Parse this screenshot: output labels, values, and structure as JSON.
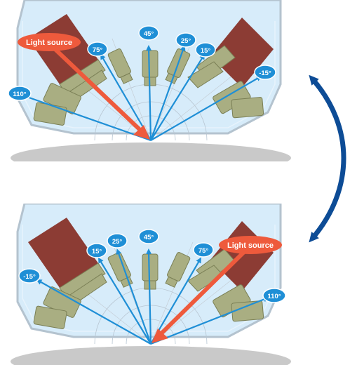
{
  "colors": {
    "housing_fill": "#d7ecfa",
    "housing_stroke": "#b4c3cf",
    "sensor_fill": "#a9ae82",
    "sensor_stroke": "#7a7f55",
    "light_block": "#8c3c34",
    "light_arrow": "#ee5a3c",
    "ray_color": "#1f8fd6",
    "badge_fill": "#1f8fd6",
    "swap_arrow": "#0d4c96",
    "sample_surface": "#c9c9c9"
  },
  "diagrams": [
    {
      "light_label": "Light source",
      "angles": [
        "-15°",
        "15°",
        "25°",
        "45°",
        "75°",
        "110°"
      ]
    },
    {
      "light_label": "Light source",
      "angles": [
        "-15°",
        "15°",
        "25°",
        "45°",
        "75°",
        "110°"
      ]
    }
  ],
  "swap_icon": "double-headed-curved-arrow-icon"
}
